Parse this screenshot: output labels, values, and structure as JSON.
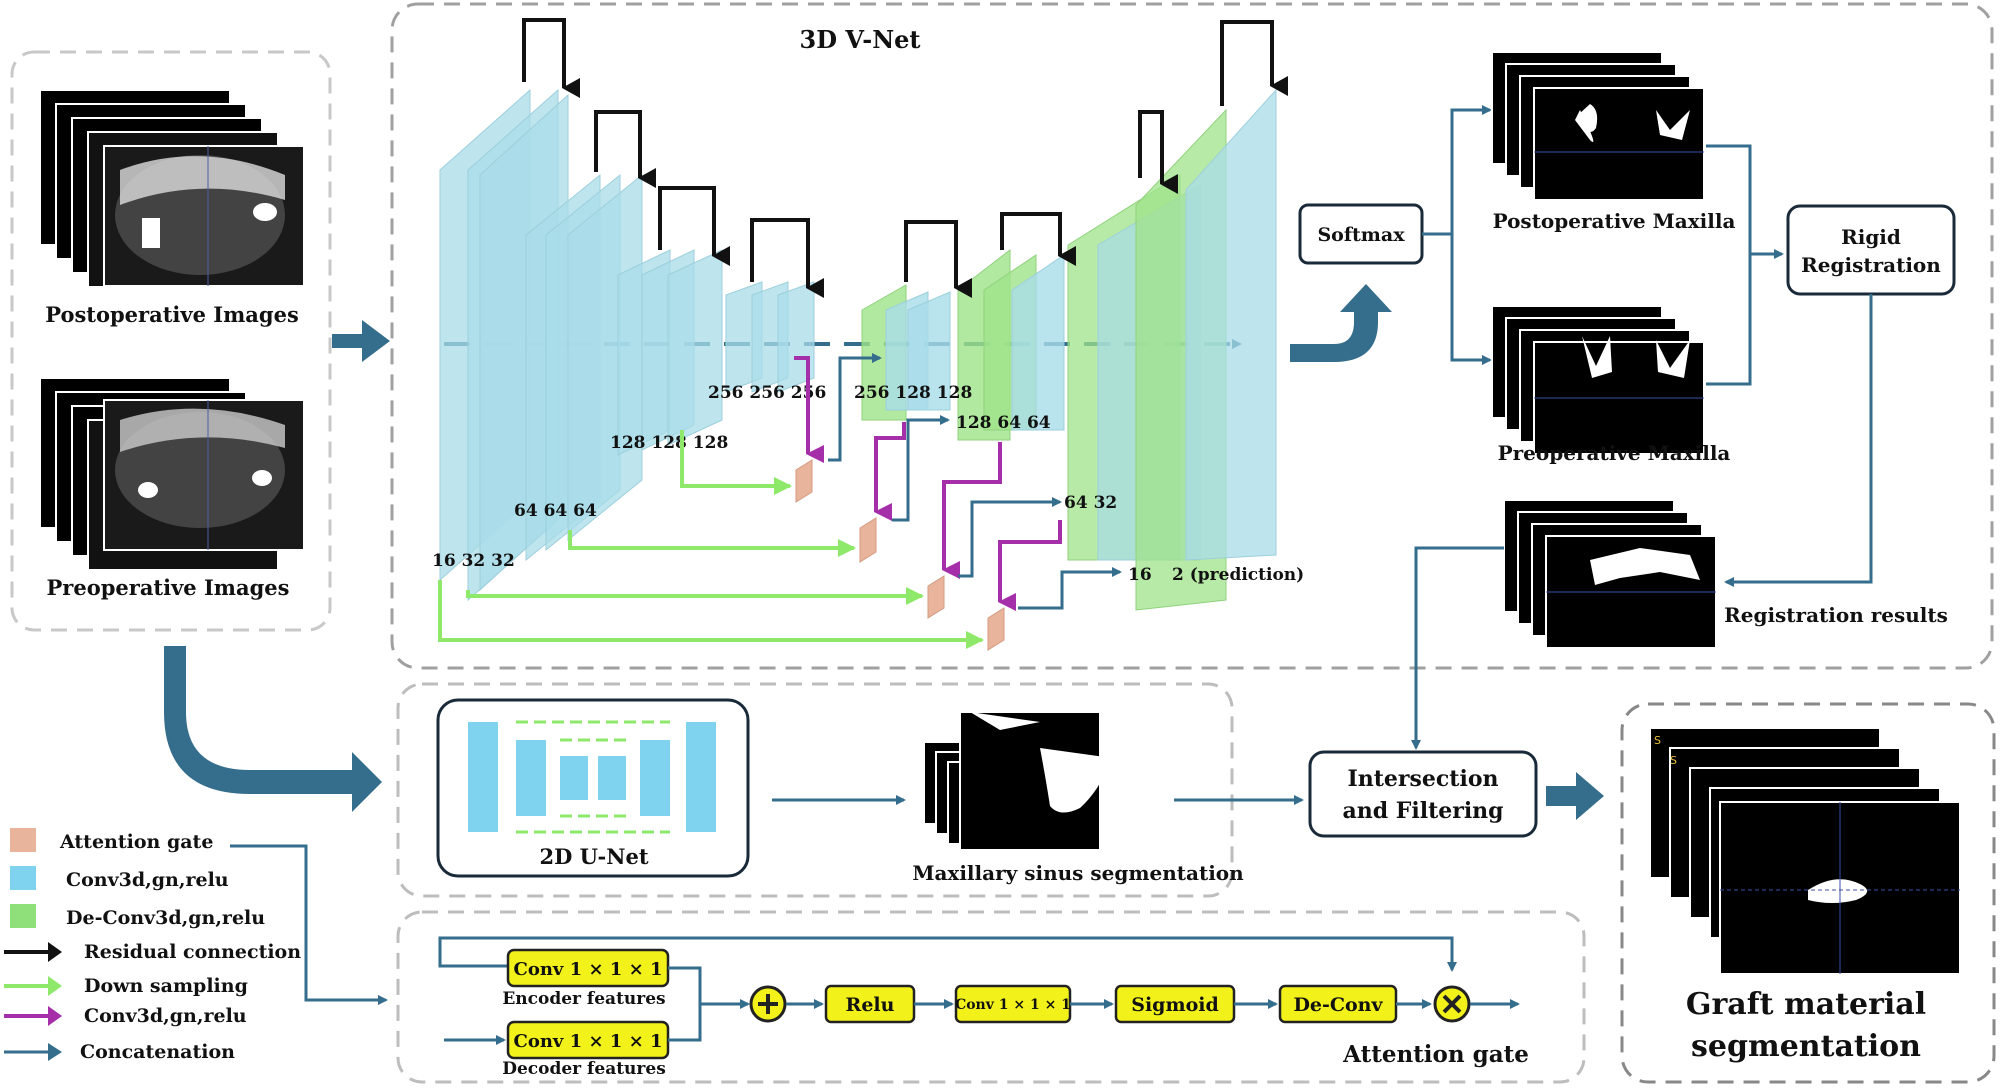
{
  "panels": {
    "vnet_title": "3D V-Net",
    "postop_caption": "Postoperative Images",
    "preop_caption": "Preoperative Images",
    "unet_caption": "2D U-Net",
    "sinus_caption": "Maxillary sinus segmentation",
    "attention_title": "Attention gate",
    "graft_line1": "Graft material",
    "graft_line2": "segmentation"
  },
  "blocks": {
    "softmax": "Softmax",
    "rigid_line1": "Rigid",
    "rigid_line2": "Registration",
    "intersect_line1": "Intersection",
    "intersect_line2": "and Filtering",
    "postop_maxilla": "Postoperative Maxilla",
    "preop_maxilla": "Preoperative Maxilla",
    "registration_results": "Registration results"
  },
  "channels": {
    "enc1": "16  32 32",
    "enc2": "64 64 64",
    "enc3": "128 128 128",
    "enc4": "256 256 256",
    "dec1": "256 128 128",
    "dec2": "128 64 64",
    "dec3": "64 32",
    "dec4": "16",
    "dec5": "2 (prediction)"
  },
  "attention_gate": {
    "conv1": "Conv 1 × 1 × 1",
    "encoder_features": "Encoder features",
    "conv2": "Conv 1 × 1 × 1",
    "decoder_features": "Decoder features",
    "relu": "Relu",
    "conv3": "Conv 1 × 1 × 1",
    "sigmoid": "Sigmoid",
    "deconv": "De-Conv"
  },
  "legend": [
    {
      "label": "Attention gate",
      "color": "#e8b49c"
    },
    {
      "label": "Conv3d,gn,relu",
      "color": "#7fd3ee"
    },
    {
      "label": "De-Conv3d,gn,relu",
      "color": "#8fe07a"
    },
    {
      "label": "Residual connection",
      "color": "#111111"
    },
    {
      "label": "Down sampling",
      "color": "#8ee86a"
    },
    {
      "label": "Conv3d,gn,relu",
      "color": "#a52fa8"
    },
    {
      "label": "Concatenation",
      "color": "#356d8c"
    }
  ],
  "colors": {
    "conv_block": "#a8dce8",
    "deconv_block": "#9fe38a",
    "attention": "#e8b49c",
    "concat_arrow": "#356d8c",
    "downsample": "#8ee86a",
    "purple": "#a52fa8",
    "yellow_box": "#f2f21a",
    "unet_blue": "#7fd3ee"
  }
}
